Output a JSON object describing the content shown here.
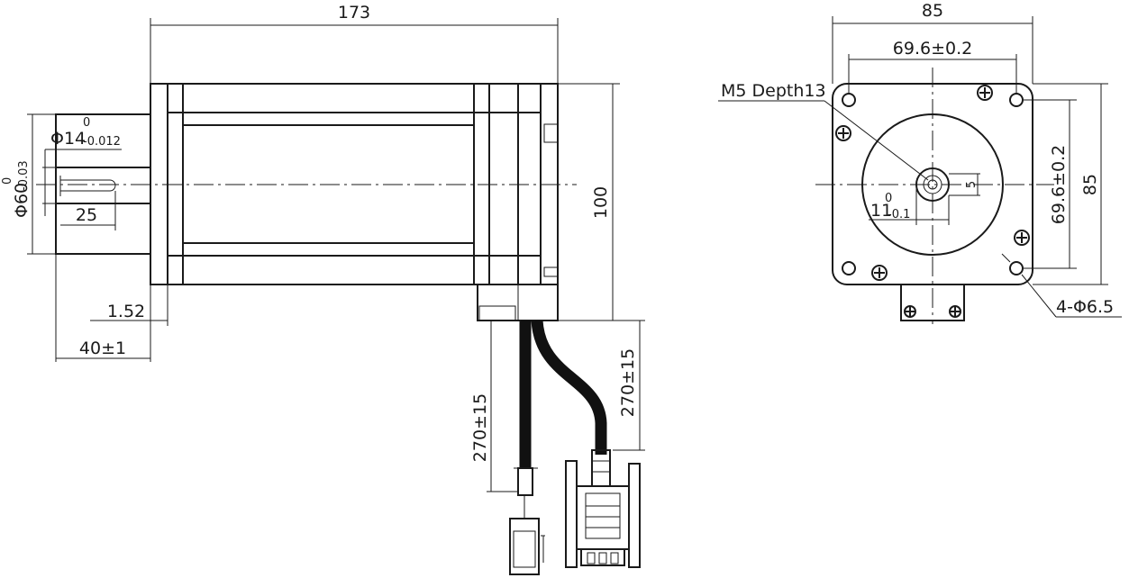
{
  "labels": {
    "side_length": "173",
    "side_height": "100",
    "shaft_dia": "Φ14",
    "shaft_tol_upper": "0",
    "shaft_tol_lower": "-0.012",
    "flange_dia": "Φ60",
    "flange_tol_upper": "0",
    "flange_tol_lower": "-0.03",
    "key_length": "25",
    "flange_thickness": "1.52",
    "shaft_extension": "40±1",
    "cable1_length": "270±15",
    "cable2_length": "270±15",
    "front_width": "85",
    "front_height": "85",
    "hole_pitch_h": "69.6±0.2",
    "hole_pitch_v": "69.6±0.2",
    "thread_callout": "M5 Depth13",
    "flat_dim": "11",
    "flat_tol_upper": "0",
    "flat_tol_lower": "-0.1",
    "key_width": "5",
    "mount_holes": "4-Φ6.5"
  }
}
